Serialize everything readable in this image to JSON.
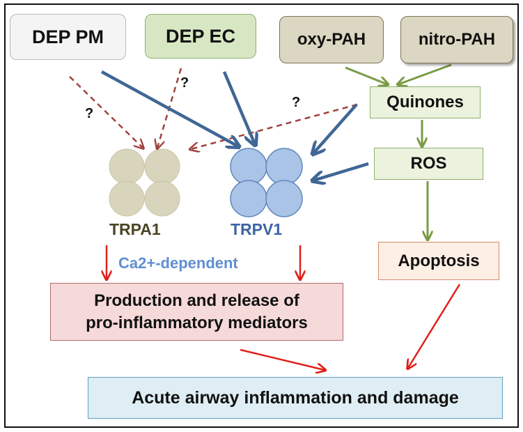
{
  "boxes": {
    "dep_pm": "DEP PM",
    "dep_ec": "DEP EC",
    "oxy_pah": "oxy-PAH",
    "nitro_pah": "nitro-PAH",
    "quinones": "Quinones",
    "ros": "ROS",
    "apoptosis": "Apoptosis",
    "production_line1": "Production and release of",
    "production_line2": "pro-inflammatory mediators",
    "acute": "Acute airway inflammation and damage"
  },
  "channels": {
    "trpa1": "TRPA1",
    "trpv1": "TRPV1"
  },
  "ca_label": "Ca2+-dependent",
  "question_mark": "?",
  "colors": {
    "blue_arrow": "#3f6796",
    "dashed_arrow": "#a0413c",
    "green_arrow": "#7a9a46",
    "red_arrow": "#e0201b",
    "trpa1_fill": "#d9d5bd",
    "trpv1_fill": "#a9c4e6"
  }
}
